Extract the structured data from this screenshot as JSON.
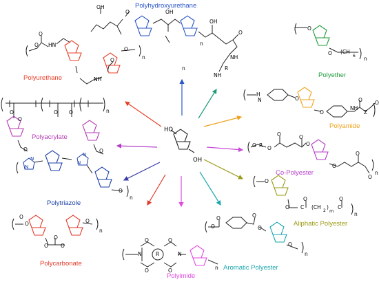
{
  "figure": {
    "center_substituents": [
      "HO",
      "OH"
    ],
    "polymers": [
      {
        "key": "polyhydroxyurethane",
        "label": "Polyhydroxyurethane",
        "color": "#2a56c6"
      },
      {
        "key": "polyether",
        "label": "Polyether",
        "color": "#1f9a3a"
      },
      {
        "key": "polyamide",
        "label": "Polyamide",
        "color": "#f0a21b"
      },
      {
        "key": "copolyester",
        "label": "Co-Polyester",
        "color": "#b43cc8"
      },
      {
        "key": "aliphatic",
        "label": "Aliphatic Polyester",
        "color": "#9a9a16"
      },
      {
        "key": "aromatic",
        "label": "Aromatic Polyester",
        "color": "#1aa6ad"
      },
      {
        "key": "polyimide",
        "label": "Polyimide",
        "color": "#e04ae0"
      },
      {
        "key": "polycarbonate",
        "label": "Polycarbonate",
        "color": "#e03a2a"
      },
      {
        "key": "polytriazole",
        "label": "Polytriazole",
        "color": "#1a3fa8"
      },
      {
        "key": "polyacrylate",
        "label": "Polyacrylate",
        "color": "#b43cb4"
      },
      {
        "key": "polyurethane",
        "label": "Polyurethane",
        "color": "#e8412a"
      }
    ],
    "atoms": {
      "O": "O",
      "OH": "OH",
      "HO": "HO",
      "NH": "NH",
      "HN": "HN",
      "N": "N",
      "H": "H",
      "R": "R",
      "Z": "Z",
      "C": "C",
      "n": "n",
      "m": "m",
      "sub6": "6",
      "ch2": "(CH",
      "ch2b": "(CH",
      "two": "2",
      "close": ")"
    }
  }
}
